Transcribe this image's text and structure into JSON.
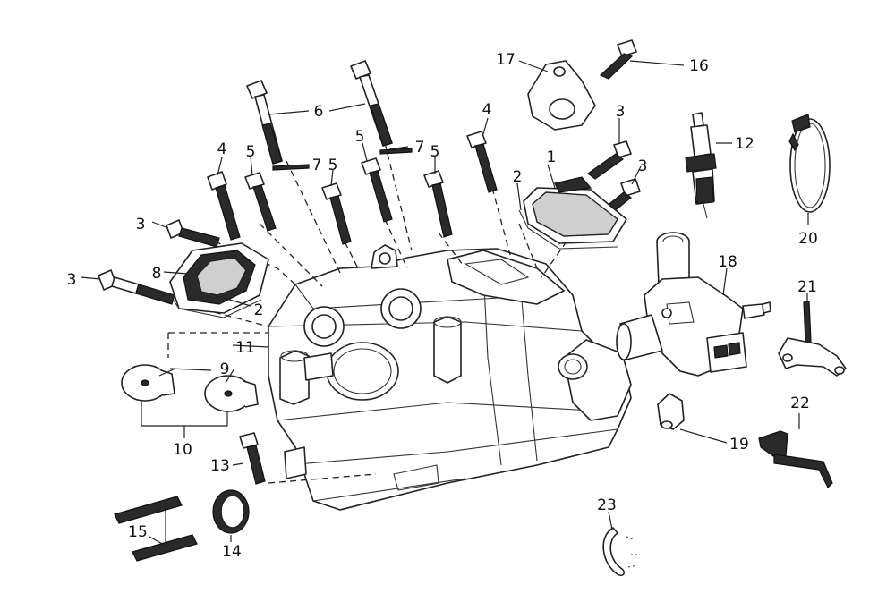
{
  "callouts": [
    {
      "id": "c1",
      "text": "1"
    },
    {
      "id": "c2a",
      "text": "2"
    },
    {
      "id": "c2b",
      "text": "2"
    },
    {
      "id": "c3a",
      "text": "3"
    },
    {
      "id": "c3b",
      "text": "3"
    },
    {
      "id": "c3c",
      "text": "3"
    },
    {
      "id": "c3d",
      "text": "3"
    },
    {
      "id": "c4a",
      "text": "4"
    },
    {
      "id": "c4b",
      "text": "4"
    },
    {
      "id": "c5a",
      "text": "5"
    },
    {
      "id": "c5b",
      "text": "5"
    },
    {
      "id": "c5c",
      "text": "5"
    },
    {
      "id": "c5d",
      "text": "5"
    },
    {
      "id": "c6",
      "text": "6"
    },
    {
      "id": "c7a",
      "text": "7"
    },
    {
      "id": "c7b",
      "text": "7"
    },
    {
      "id": "c8",
      "text": "8"
    },
    {
      "id": "c9",
      "text": "9"
    },
    {
      "id": "c10",
      "text": "10"
    },
    {
      "id": "c11",
      "text": "11"
    },
    {
      "id": "c12",
      "text": "12"
    },
    {
      "id": "c13",
      "text": "13"
    },
    {
      "id": "c14",
      "text": "14"
    },
    {
      "id": "c15",
      "text": "15"
    },
    {
      "id": "c16",
      "text": "16"
    },
    {
      "id": "c17",
      "text": "17"
    },
    {
      "id": "c18",
      "text": "18"
    },
    {
      "id": "c19",
      "text": "19"
    },
    {
      "id": "c20",
      "text": "20"
    },
    {
      "id": "c21",
      "text": "21"
    },
    {
      "id": "c22",
      "text": "22"
    },
    {
      "id": "c23",
      "text": "23"
    }
  ]
}
